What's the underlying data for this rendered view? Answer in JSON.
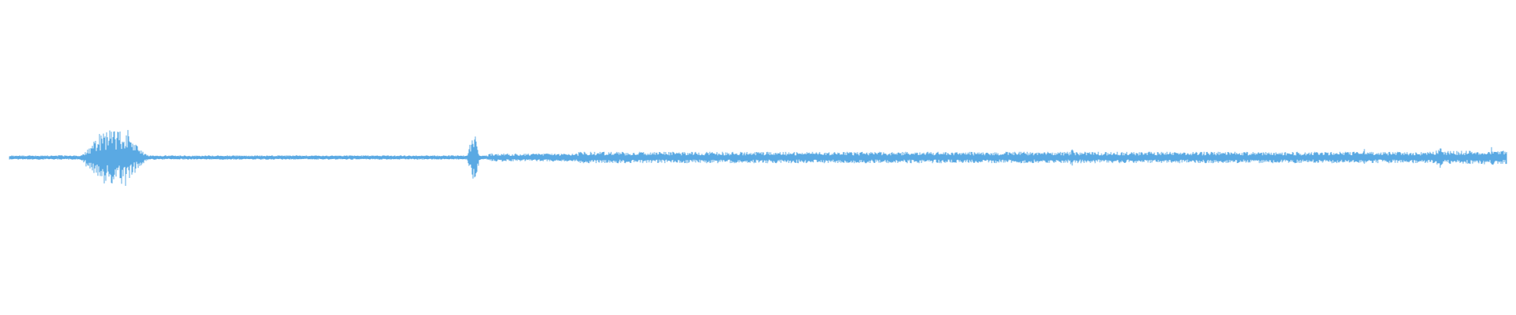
{
  "colors": {
    "background": "#ffffff",
    "waveform": "#5aa9e3"
  },
  "waveform": {
    "type": "audio-waveform",
    "amplitude_max": 1.0,
    "bursts": [
      {
        "center": 0.07,
        "width": 0.05,
        "peak": 1.0,
        "density": 0.95
      },
      {
        "center": 0.31,
        "width": 0.01,
        "peak": 0.75,
        "density": 0.9
      }
    ],
    "baseline": [
      {
        "start": 0.0,
        "end": 0.04,
        "level": 0.05
      },
      {
        "start": 0.04,
        "end": 0.3,
        "level": 0.05
      },
      {
        "start": 0.32,
        "end": 0.38,
        "level": 0.12
      },
      {
        "start": 0.38,
        "end": 0.96,
        "level": 0.18
      },
      {
        "start": 0.96,
        "end": 1.0,
        "level": 0.22
      }
    ],
    "spikes": [
      {
        "pos": 0.955,
        "amp": 0.45
      },
      {
        "pos": 0.99,
        "amp": 0.35
      },
      {
        "pos": 0.905,
        "amp": 0.3
      },
      {
        "pos": 0.71,
        "amp": 0.3
      }
    ]
  }
}
